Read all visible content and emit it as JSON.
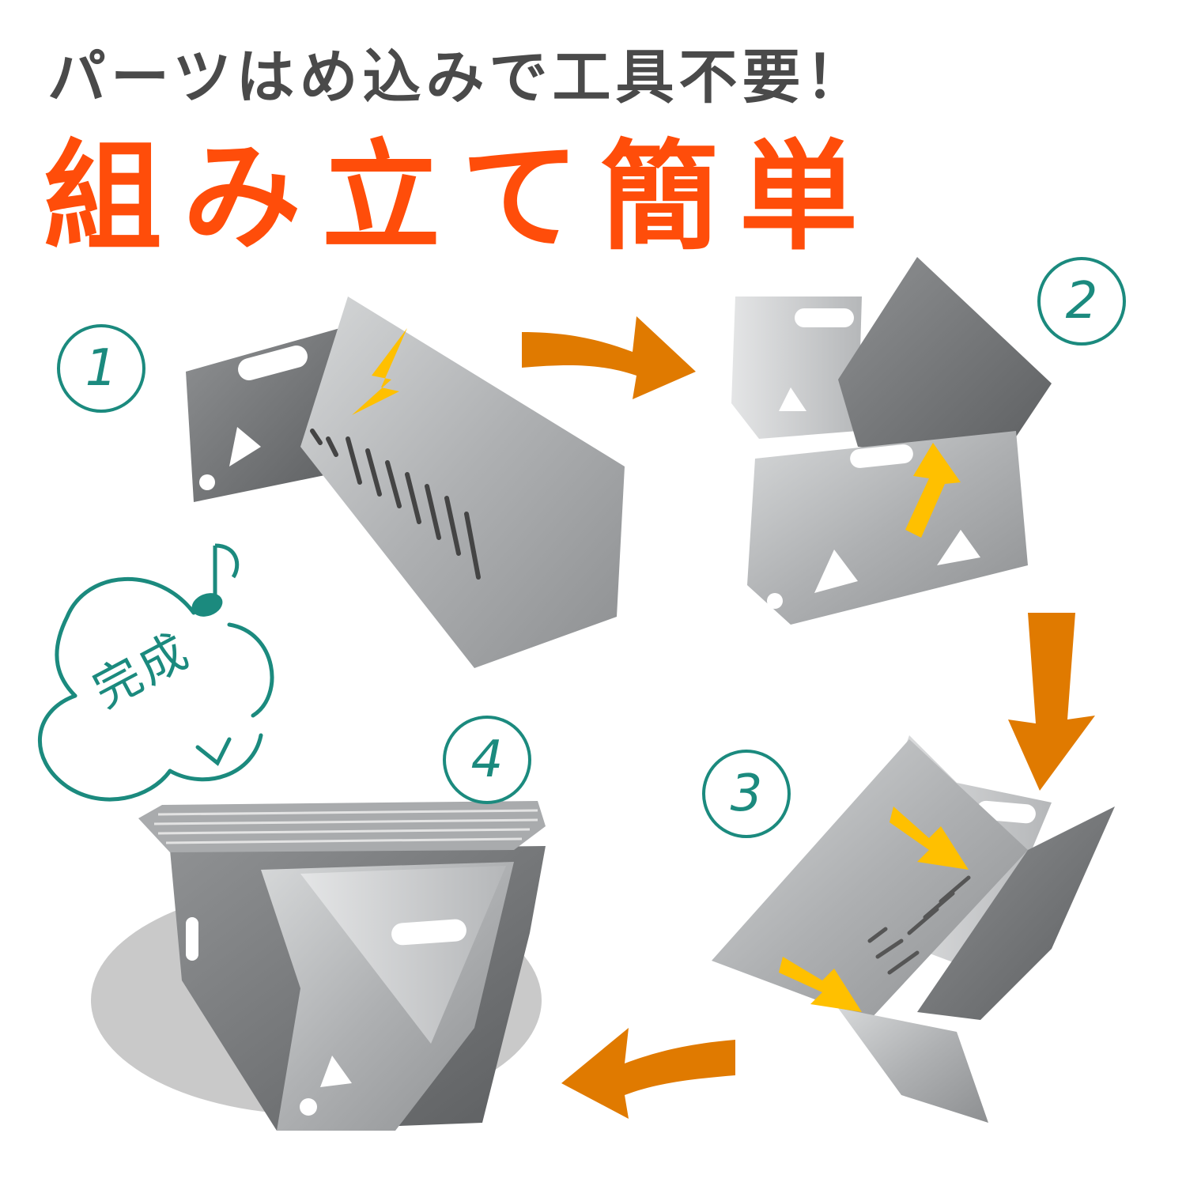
{
  "headline": "パーツはめ込みで工具不要！",
  "title": "組み立て簡単",
  "steps": [
    "1",
    "2",
    "3",
    "4"
  ],
  "complete_label": "完成",
  "colors": {
    "headline": "#4a4a4a",
    "title": "#ff4d0a",
    "step_badge": "#1b8a7e",
    "flow_arrow": "#e07a00",
    "insert_arrow": "#ffc000",
    "steel": "#b9bbbd"
  }
}
